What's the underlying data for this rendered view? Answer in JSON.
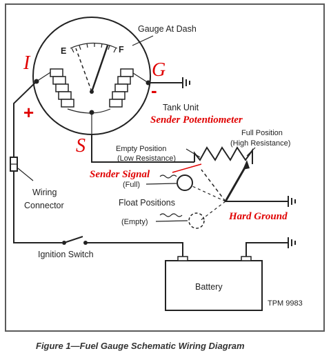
{
  "diagram": {
    "gauge_title": "Gauge At Dash",
    "gauge_empty_mark": "E",
    "gauge_full_mark": "F",
    "terminal_i": "I",
    "terminal_g": "G",
    "terminal_s": "S",
    "plus_sign": "+",
    "minus_sign": "-",
    "tank_unit": "Tank Unit",
    "sender_potentiometer": "Sender Potentiometer",
    "full_position_line1": "Full Position",
    "full_position_line2": "(High Resistance)",
    "empty_position_line1": "Empty Position",
    "empty_position_line2": "(Low Resistance)",
    "sender_signal": "Sender Signal",
    "full_label": "(Full)",
    "float_positions": "Float Positions",
    "empty_label": "(Empty)",
    "hard_ground": "Hard Ground",
    "wiring_line1": "Wiring",
    "wiring_line2": "Connector",
    "ignition_switch": "Ignition  Switch",
    "battery": "Battery",
    "tpm_code": "TPM 9983",
    "caption": "Figure 1—Fuel Gauge Schematic Wiring Diagram"
  },
  "colors": {
    "annotation": "#e00000",
    "ink": "#222222",
    "border": "#5a5a5a"
  },
  "icons": [
    "ground-symbol",
    "potentiometer",
    "float-ball"
  ]
}
